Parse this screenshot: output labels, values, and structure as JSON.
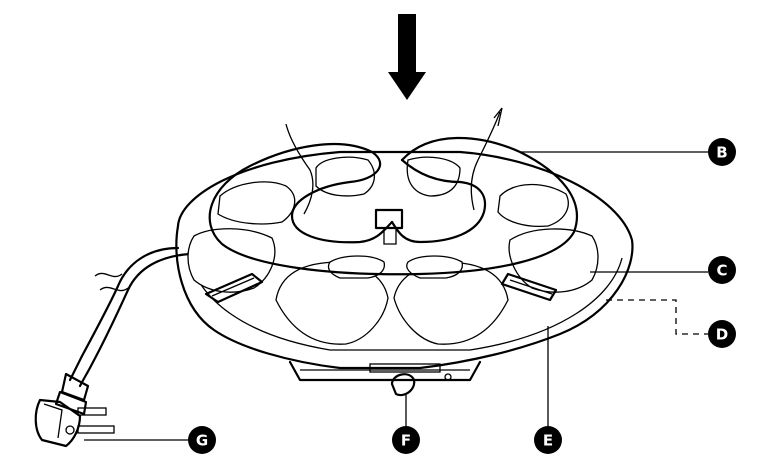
{
  "figure": {
    "description_alt": "",
    "colors": {
      "ink": "#000000",
      "paper": "#ffffff"
    },
    "callouts": [
      {
        "id": "B",
        "label": "B"
      },
      {
        "id": "C",
        "label": "C"
      },
      {
        "id": "D",
        "label": "D"
      },
      {
        "id": "E",
        "label": "E"
      },
      {
        "id": "F",
        "label": "F"
      },
      {
        "id": "G",
        "label": "G"
      }
    ]
  }
}
